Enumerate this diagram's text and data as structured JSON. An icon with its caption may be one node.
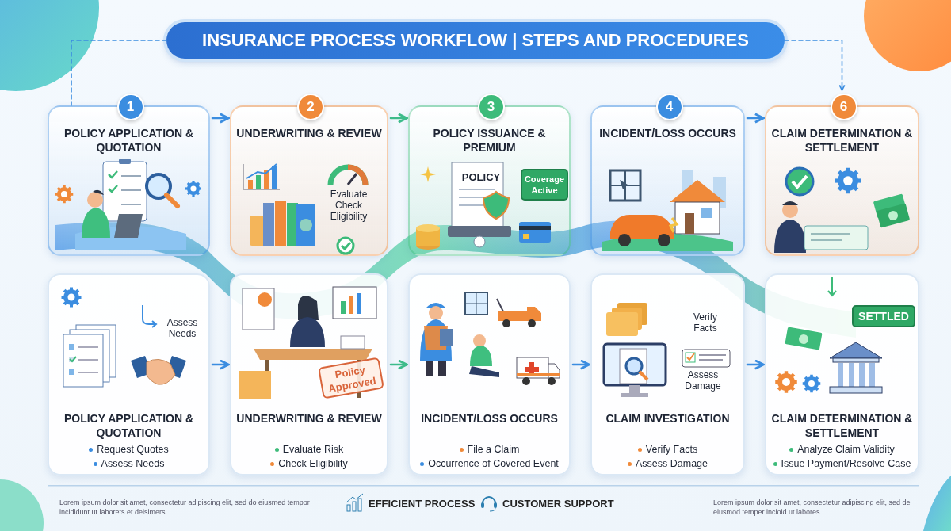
{
  "diagram": {
    "nodes": [
      {
        "text": [
          "INSURANCE PROCESS WORKFLOW | STEPS AND PROCEDURES"
        ]
      },
      {
        "text": [
          "1",
          "POLICY APPLICATION & QUOTATION"
        ]
      },
      {
        "text": [
          "2",
          "UNDERWRITING & REVIEW"
        ]
      },
      {
        "text": [
          "3",
          "POLICY ISSUANCE & PREMIUM"
        ]
      },
      {
        "text": [
          "Coverage Active"
        ],
        "in": 3
      },
      {
        "text": [
          "4",
          "INCIDENT/LOSS OCCURS"
        ]
      },
      {
        "text": [
          "6",
          "CLAIM DETERMINATION & SETTLEMENT"
        ]
      },
      {
        "text": [
          "POLICY APPLICATION & QUOTATION",
          "Request Quotes",
          "Assess Needs"
        ]
      },
      {
        "text": [
          "UNDERWRITING & REVIEW",
          "Evaluate Risk",
          "Check Eligibility"
        ]
      },
      {
        "text": [
          "Policy Approved"
        ],
        "in": 8
      },
      {
        "text": [
          "INCIDENT/LOSS OCCURS",
          "File a Claim",
          "Occurrence of Covered Event"
        ]
      },
      {
        "text": [
          "CLAIM INVESTIGATION",
          "Verify Facts",
          "Assess Damage"
        ]
      },
      {
        "text": [
          "CLAIM DETERMINATION & SETTLEMENT",
          "Analyze Claim Validity",
          "Issue Payment/Resolve Case"
        ]
      },
      {
        "text": [
          "SETTLED"
        ],
        "in": 12
      }
    ],
    "edges": [
      {
        "from": 0,
        "to": 1,
        "arrow": "none",
        "style": "dashed"
      },
      {
        "from": 0,
        "to": 6,
        "arrow": "to",
        "style": "dashed"
      },
      {
        "from": 1,
        "to": 2,
        "arrow": "to"
      },
      {
        "from": 2,
        "to": 3,
        "arrow": "to",
        "color": "#3dbb8a"
      },
      {
        "from": 5,
        "to": 6,
        "arrow": "to"
      },
      {
        "from": 7,
        "to": 8,
        "arrow": "to"
      },
      {
        "from": 8,
        "to": 10,
        "arrow": "to",
        "color": "#3dbb8a"
      },
      {
        "from": 10,
        "to": 11,
        "arrow": "to"
      },
      {
        "from": 11,
        "to": 12,
        "arrow": "to"
      }
    ],
    "labels": [
      "Evaluate Check Eligibility",
      "POLICY",
      "Assess Needs",
      "Verify Facts",
      "Assess Damage",
      "Lorem ipsum dolor sit amet, consectetur adipiscing elit, sed do eiusmed tempor incididunt ut laborets et deisimers.",
      "EFFICIENT PROCESS",
      "CUSTOMER SUPPORT",
      "Lorem ipsum dolor sit amet, consectetur adipiscing elit, sed de eiusmod temper incioid ut labores."
    ]
  }
}
